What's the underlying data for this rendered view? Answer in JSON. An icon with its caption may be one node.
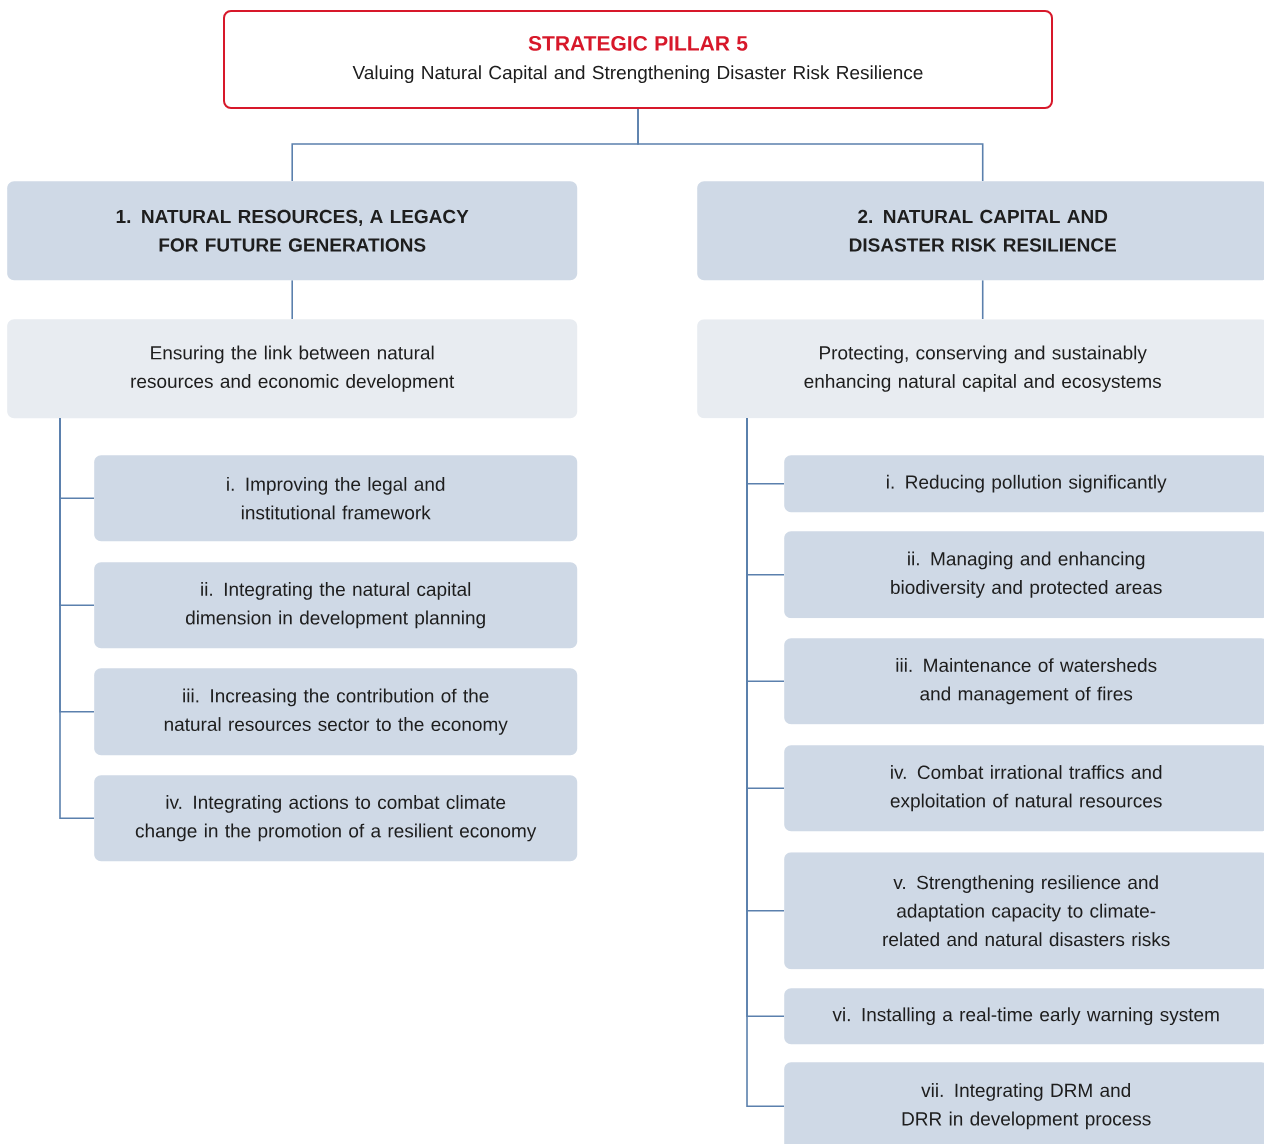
{
  "diagram": {
    "nodes": [
      {
        "text": [
          "STRATEGIC PILLAR 5",
          "Valuing Natural Capital and Strengthening Disaster Risk Resilience"
        ]
      },
      {
        "text": [
          "1. NATURAL RESOURCES, A LEGACY FOR FUTURE GENERATIONS"
        ]
      },
      {
        "text": [
          "2. NATURAL CAPITAL AND DISASTER RISK RESILIENCE"
        ]
      },
      {
        "text": [
          "Ensuring the link between natural resources and economic development"
        ]
      },
      {
        "text": [
          "Protecting, conserving and sustainably enhancing natural capital and ecosystems"
        ]
      },
      {
        "text": [
          "i. Improving the legal and institutional framework"
        ]
      },
      {
        "text": [
          "ii. Integrating the natural capital dimension in development planning"
        ]
      },
      {
        "text": [
          "iii. Increasing the contribution of the natural resources sector to the economy"
        ]
      },
      {
        "text": [
          "iv. Integrating actions to combat climate change in the promotion of a resilient economy"
        ]
      },
      {
        "text": [
          "i. Reducing pollution significantly"
        ]
      },
      {
        "text": [
          "ii. Managing and enhancing biodiversity and protected areas"
        ]
      },
      {
        "text": [
          "iii. Maintenance of watersheds and management of fires"
        ]
      },
      {
        "text": [
          "iv. Combat irrational traffics and exploitation of natural resources"
        ]
      },
      {
        "text": [
          "v. Strengthening resilience and adaptation capacity to climate-related and natural disasters risks"
        ]
      },
      {
        "text": [
          "vi. Installing a real-time early warning system"
        ]
      },
      {
        "text": [
          "vii. Integrating DRM and DRR in development process"
        ]
      }
    ],
    "edges": [
      {
        "from": 0,
        "to": 1,
        "arrow": "none"
      },
      {
        "from": 0,
        "to": 2,
        "arrow": "none"
      },
      {
        "from": 1,
        "to": 3,
        "arrow": "none"
      },
      {
        "from": 2,
        "to": 4,
        "arrow": "none"
      },
      {
        "from": 3,
        "to": 5,
        "arrow": "none"
      },
      {
        "from": 3,
        "to": 6,
        "arrow": "none"
      },
      {
        "from": 3,
        "to": 7,
        "arrow": "none"
      },
      {
        "from": 3,
        "to": 8,
        "arrow": "none"
      },
      {
        "from": 4,
        "to": 9,
        "arrow": "none"
      },
      {
        "from": 4,
        "to": 10,
        "arrow": "none"
      },
      {
        "from": 4,
        "to": 11,
        "arrow": "none"
      },
      {
        "from": 4,
        "to": 12,
        "arrow": "none"
      },
      {
        "from": 4,
        "to": 13,
        "arrow": "none"
      },
      {
        "from": 4,
        "to": 14,
        "arrow": "none"
      },
      {
        "from": 4,
        "to": 15,
        "arrow": "none"
      }
    ]
  }
}
